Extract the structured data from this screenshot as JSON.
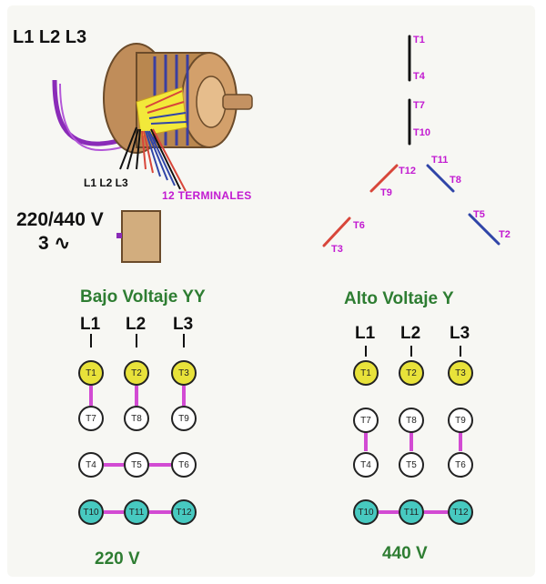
{
  "motor": {
    "supply_lines": "L1 L2 L3",
    "lead_lines": "L1 L2 L3",
    "terminals_caption": "12 TERMINALES",
    "voltage_rating": "220/440 V",
    "phase": "3 ∿"
  },
  "pairs": [
    "T1",
    "T4",
    "T7",
    "T10",
    "T12",
    "T9",
    "T11",
    "T8",
    "T6",
    "T3",
    "T5",
    "T2"
  ],
  "low_voltage": {
    "title": "Bajo Voltaje YY",
    "lines": [
      "L1",
      "L2",
      "L3"
    ],
    "rows": [
      [
        "T1",
        "T2",
        "T3"
      ],
      [
        "T7",
        "T8",
        "T9"
      ],
      [
        "T4",
        "T5",
        "T6"
      ],
      [
        "T10",
        "T11",
        "T12"
      ]
    ],
    "voltage": "220 V"
  },
  "high_voltage": {
    "title": "Alto Voltaje Y",
    "lines": [
      "L1",
      "L2",
      "L3"
    ],
    "rows": [
      [
        "T1",
        "T2",
        "T3"
      ],
      [
        "T7",
        "T8",
        "T9"
      ],
      [
        "T4",
        "T5",
        "T6"
      ],
      [
        "T10",
        "T11",
        "T12"
      ]
    ],
    "voltage": "440 V"
  },
  "colors": {
    "wire": "#d24bd3",
    "yellow_node": "#e8e23a",
    "cyan_node": "#47c9c0",
    "heading": "#2e7d32",
    "coil_red": "#d8463a",
    "coil_blue": "#3045a8"
  }
}
